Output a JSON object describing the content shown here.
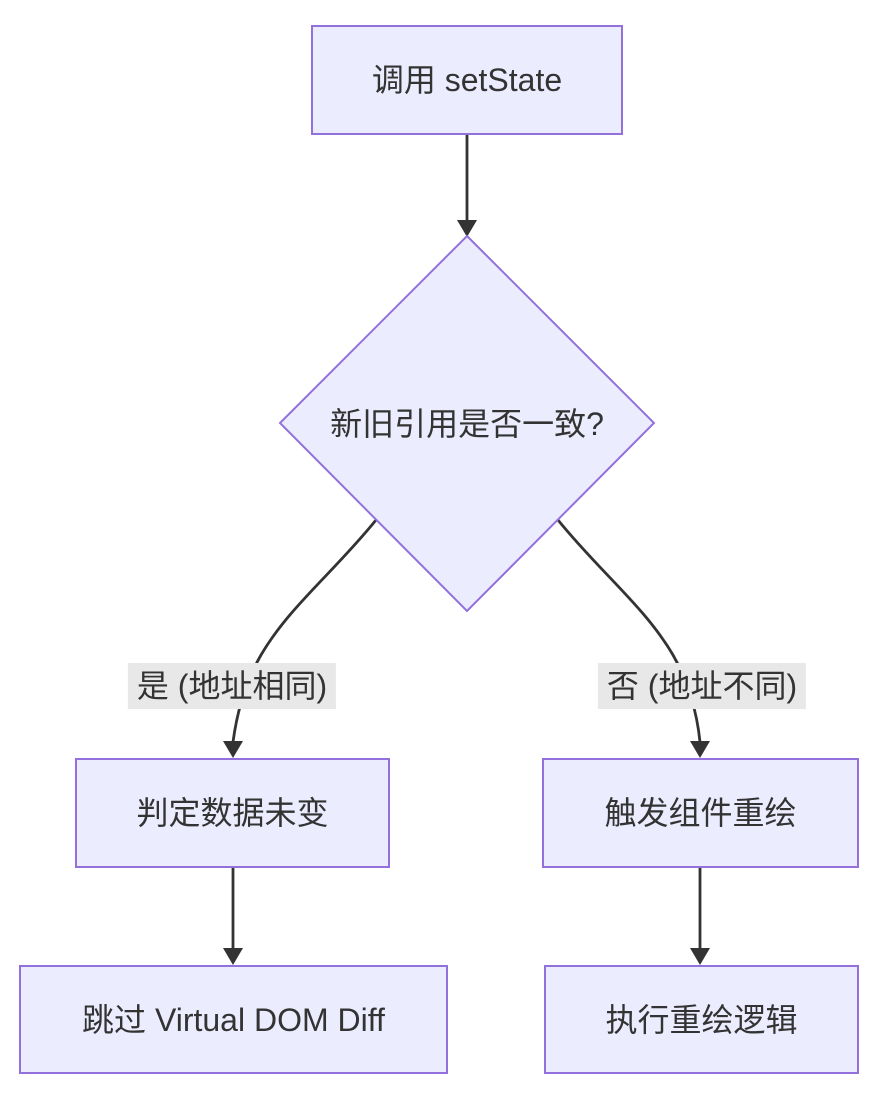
{
  "diagram": {
    "type": "flowchart",
    "direction": "top-to-bottom",
    "colors": {
      "background": "#ffffff",
      "node_fill": "#ECECFF",
      "node_border": "#9370DB",
      "edge": "#333333",
      "edge_label_bg": "#e8e8e8",
      "text": "#333333"
    },
    "nodes": [
      {
        "id": "A",
        "shape": "rectangle",
        "label": "调用 setState"
      },
      {
        "id": "B",
        "shape": "diamond",
        "label": "新旧引用是否一致?"
      },
      {
        "id": "C",
        "shape": "rectangle",
        "label": "判定数据未变"
      },
      {
        "id": "D",
        "shape": "rectangle",
        "label": "触发组件重绘"
      },
      {
        "id": "E",
        "shape": "rectangle",
        "label": "跳过 Virtual DOM Diff"
      },
      {
        "id": "F",
        "shape": "rectangle",
        "label": "执行重绘逻辑"
      }
    ],
    "edges": [
      {
        "from": "A",
        "to": "B",
        "label": ""
      },
      {
        "from": "B",
        "to": "C",
        "label": "是 (地址相同)"
      },
      {
        "from": "B",
        "to": "D",
        "label": "否 (地址不同)"
      },
      {
        "from": "C",
        "to": "E",
        "label": ""
      },
      {
        "from": "D",
        "to": "F",
        "label": ""
      }
    ]
  }
}
